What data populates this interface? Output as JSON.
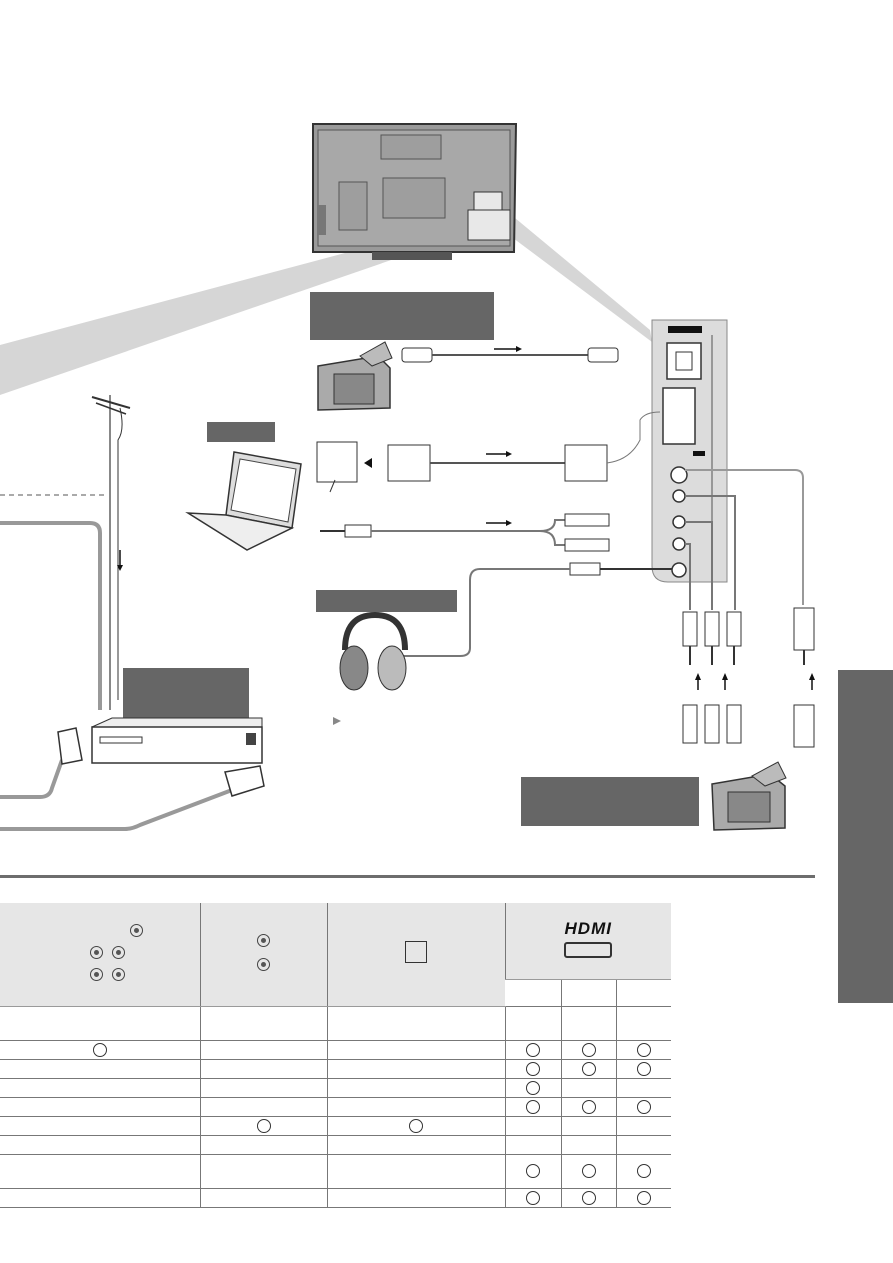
{
  "colors": {
    "label_box": "#666666",
    "divider": "#6d6d6d",
    "table_header": "#e6e6e6",
    "side_tab": "#666666"
  },
  "icons": [
    "tv-rear-panel",
    "hdmi-cable",
    "vga-cable",
    "av-cables",
    "headphones",
    "laptop",
    "camcorder",
    "antenna",
    "dvd-recorder",
    "scart-plug",
    "circle-mark"
  ],
  "table": {
    "hdmi_logo": "HDMI",
    "rows_marks": [
      [
        true,
        false,
        false,
        true,
        true,
        true
      ],
      [
        false,
        false,
        false,
        true,
        true,
        true
      ],
      [
        false,
        false,
        false,
        true,
        false,
        false
      ],
      [
        false,
        false,
        false,
        true,
        true,
        true
      ],
      [
        false,
        true,
        true,
        false,
        false,
        false
      ],
      [
        false,
        false,
        false,
        false,
        false,
        false
      ],
      [
        false,
        false,
        false,
        true,
        true,
        true
      ],
      [
        false,
        false,
        false,
        true,
        true,
        true
      ]
    ]
  }
}
